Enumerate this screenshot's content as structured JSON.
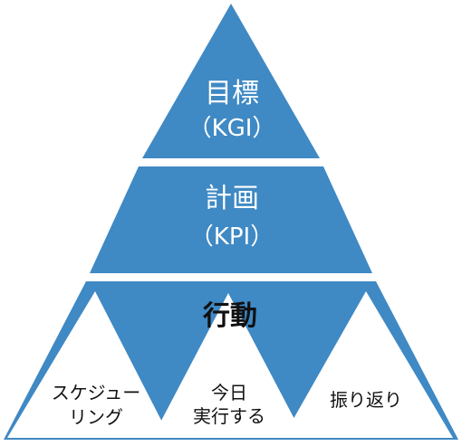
{
  "colors": {
    "tier_fill": "#3f89c4",
    "inner_fill": "#ffffff",
    "label_on_tier": "#ffffff",
    "label_on_white": "#111111"
  },
  "pyramid": {
    "top": {
      "title": "目標",
      "subtitle": "（KGI）"
    },
    "middle": {
      "title": "計画",
      "subtitle": "（KPI）"
    },
    "bottom": {
      "title": "行動",
      "items": [
        {
          "lines": [
            "スケジュー",
            "リング"
          ]
        },
        {
          "lines": [
            "今日",
            "実行する"
          ]
        },
        {
          "lines": [
            "振り返り"
          ]
        }
      ]
    }
  }
}
